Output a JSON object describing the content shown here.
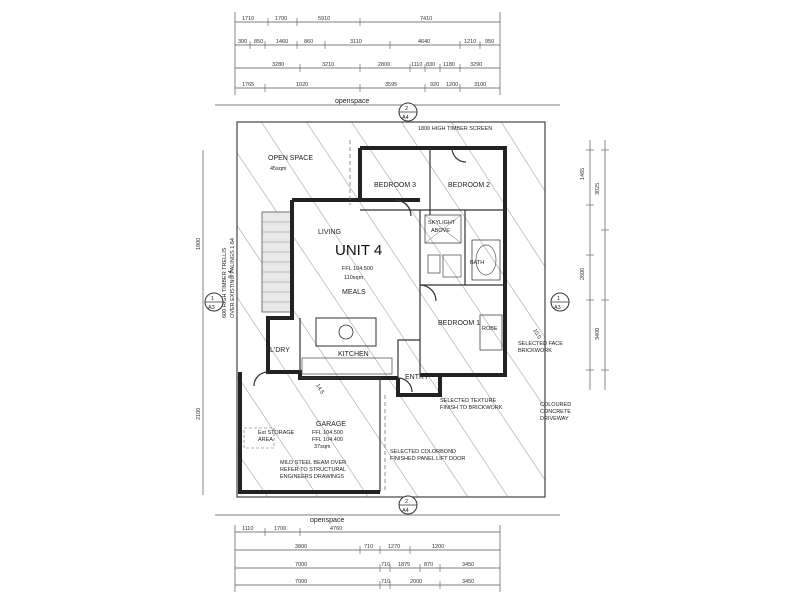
{
  "top_dims": {
    "row1": [
      "1710",
      "1700",
      "5910",
      "7410"
    ],
    "row2": [
      "300",
      "850",
      "1460",
      "860",
      "3110",
      "4640",
      "1210",
      "950"
    ],
    "row3": [
      "3280",
      "3210",
      "2800",
      "1110",
      "830",
      "1180",
      "3290"
    ],
    "row4": [
      "1765",
      "1020",
      "3595",
      "920",
      "1200",
      "3100"
    ]
  },
  "bottom_dims": {
    "row1": [
      "1110",
      "1700",
      "4760"
    ],
    "row2": [
      "3800",
      "710",
      "1270",
      "1200"
    ],
    "row3": [
      "7000",
      "710",
      "1875",
      "870",
      "3450"
    ],
    "row4": [
      "7000",
      "710",
      "2000",
      "3450"
    ]
  },
  "right_dims": [
    "1465",
    "3025",
    "2600",
    "3400"
  ],
  "left_dims": [
    "1800",
    "2100"
  ],
  "labels": {
    "openspace_top": "openspace",
    "openspace_bottom": "openspace",
    "section_top_num": "2",
    "section_top_sheet": "A4",
    "section_bottom_num": "2",
    "section_bottom_sheet": "A4",
    "section_left_num": "1",
    "section_left_sheet": "A3",
    "section_right_num": "1",
    "section_right_sheet": "A3",
    "timber_screen": "1800 HIGH TIMBER SCREEN",
    "trellis_line1": "600 HIGH TIMBER TRELLIS",
    "trellis_line2": "OVER EXISTING PALINGS 1.64",
    "open_space": "OPEN SPACE",
    "open_space_area": "45sqm",
    "bedroom3": "BEDROOM 3",
    "bedroom2": "BEDROOM 2",
    "living": "LIVING",
    "unit": "UNIT 4",
    "ffl": "FFL 104.500",
    "area": "110sqm",
    "meals": "MEALS",
    "skylight_line1": "SKYLIGHT",
    "skylight_line2": "ABOVE",
    "bath": "BATH",
    "bedroom1": "BEDROOM 1",
    "robe": "ROBE",
    "ldry": "L'DRY",
    "kitchen": "KITCHEN",
    "entry": "ENTRY",
    "selected_face_1": "SELECTED FACE",
    "selected_face_2": "BRICKWORK",
    "selected_texture_1": "SELECTED TEXTURE",
    "selected_texture_2": "FINISH TO BRICKWORK",
    "coloured_1": "COLOURED",
    "coloured_2": "CONCRETE",
    "coloured_3": "DRIVEWAY",
    "garage": "GARAGE",
    "garage_storage_1": "Ext STORAGE",
    "garage_storage_2": "AREA",
    "garage_ffl_1": "FFL 104.500",
    "garage_ffl_2": "FFL 104.400",
    "garage_area": "37sqm",
    "selected_colorbond_1": "SELECTED COLORBOND",
    "selected_colorbond_2": "FINISHED PANEL LIFT DOOR",
    "mild_steel_1": "MILD STEEL BEAM OVER",
    "mild_steel_2": "REFER TO STRUCTURAL",
    "mild_steel_3": "ENGINEERS DRAWINGS",
    "drive_dim": "10.0",
    "drive_dim2": "14.5",
    "left_offset": "5.4"
  },
  "colors": {
    "ink": "#222222",
    "hatch": "#bbbbbb",
    "paper": "#ffffff"
  }
}
